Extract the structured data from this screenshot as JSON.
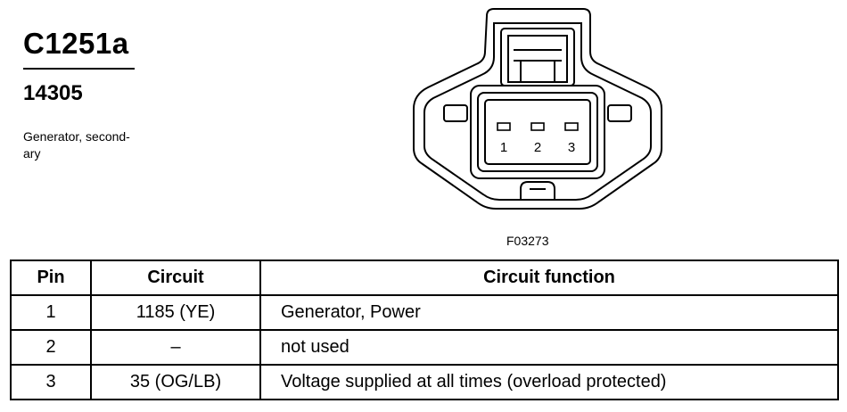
{
  "connector": {
    "id": "C1251a",
    "part_number": "14305",
    "description_line1": "Generator, second-",
    "description_line2": "ary"
  },
  "figure": {
    "code": "F03273",
    "pin_labels": [
      "1",
      "2",
      "3"
    ]
  },
  "table": {
    "headers": [
      "Pin",
      "Circuit",
      "Circuit function"
    ],
    "rows": [
      {
        "pin": "1",
        "circuit": "1185 (YE)",
        "function": "Generator, Power"
      },
      {
        "pin": "2",
        "circuit": "–",
        "function": "not used"
      },
      {
        "pin": "3",
        "circuit": "35 (OG/LB)",
        "function": "Voltage supplied at all times (overload protected)"
      }
    ]
  }
}
